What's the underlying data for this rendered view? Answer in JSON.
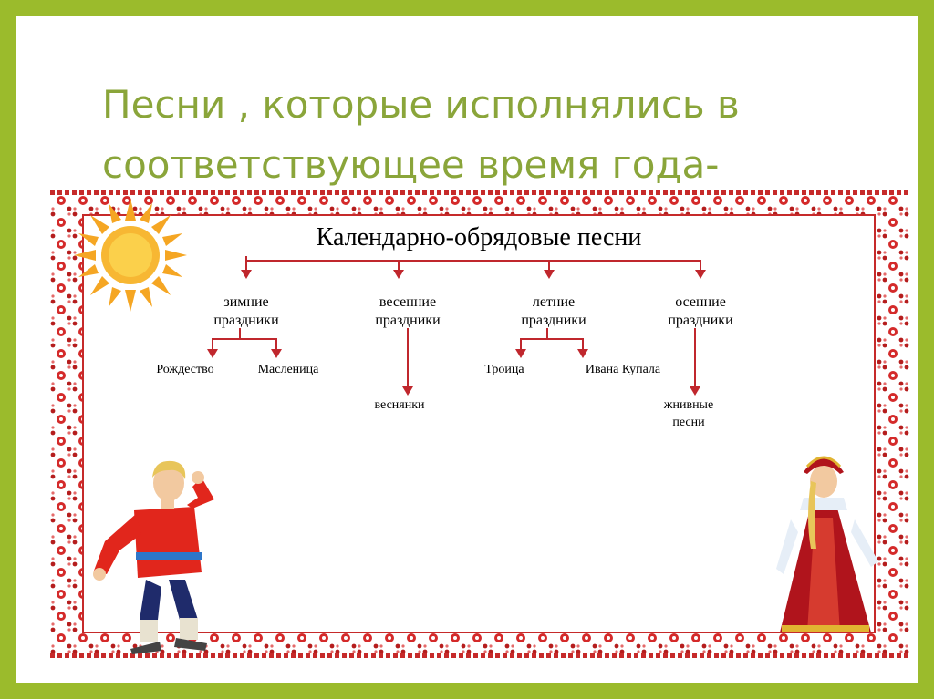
{
  "slide": {
    "title_line1": "Песни , которые исполнялись в",
    "title_line2": "соответствующее время года-",
    "accent_color": "#9bbb2c",
    "title_color": "#8aa53a"
  },
  "diagram": {
    "heading": "Календарно-обрядовые песни",
    "branches": [
      {
        "line1": "зимние",
        "line2": "праздники",
        "children": [
          "Рождество",
          "Масленица"
        ]
      },
      {
        "line1": "весенние",
        "line2": "праздники",
        "children": [
          "веснянки"
        ]
      },
      {
        "line1": "летние",
        "line2": "праздники",
        "children": [
          "Троица",
          "Ивана Купала"
        ]
      },
      {
        "line1": "осенние",
        "line2": "праздники",
        "children": [
          "жнивные",
          "песни"
        ]
      }
    ],
    "arrow_color": "#c0272d",
    "ornament_color": "#d42a2a"
  },
  "icons": {
    "sun": "sun-icon",
    "boy": "folk-boy-figure",
    "girl": "folk-girl-figure"
  }
}
